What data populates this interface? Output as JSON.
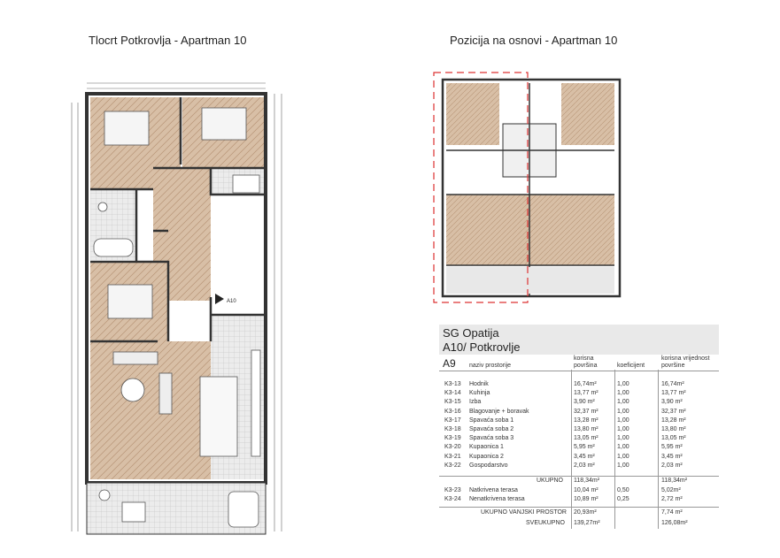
{
  "left_title": "Tlocrt Potkrovlja - Apartman 10",
  "right_title": "Pozicija na osnovi - Apartman 10",
  "plan_label": "A10",
  "table": {
    "project": "SG Opatija",
    "unit": "A10/ Potkrovlje",
    "section": "A9",
    "col_name": "naziv prostorije",
    "col_area": "korisna površina",
    "col_coef": "koeficijent",
    "col_total": "korisna vrijednost površine",
    "rows": [
      {
        "code": "K3-13",
        "name": "Hodnik",
        "area": "16,74m²",
        "coef": "1,00",
        "total": "16,74m²"
      },
      {
        "code": "K3-14",
        "name": "Kuhinja",
        "area": "13,77 m²",
        "coef": "1,00",
        "total": "13,77 m²"
      },
      {
        "code": "K3-15",
        "name": "Izba",
        "area": "3,90 m²",
        "coef": "1,00",
        "total": "3,90 m²"
      },
      {
        "code": "K3-16",
        "name": "Blagovanje + boravak",
        "area": "32,37 m²",
        "coef": "1,00",
        "total": "32,37 m²"
      },
      {
        "code": "K3-17",
        "name": "Spavaća soba 1",
        "area": "13,28 m²",
        "coef": "1,00",
        "total": "13,28 m²"
      },
      {
        "code": "K3-18",
        "name": "Spavaća soba 2",
        "area": "13,80 m²",
        "coef": "1,00",
        "total": "13,80 m²"
      },
      {
        "code": "K3-19",
        "name": "Spavaća soba 3",
        "area": "13,05 m²",
        "coef": "1,00",
        "total": "13,05 m²"
      },
      {
        "code": "K3-20",
        "name": "Kupaonica 1",
        "area": "5,95 m²",
        "coef": "1,00",
        "total": "5,95 m²"
      },
      {
        "code": "K3-21",
        "name": "Kupaonica 2",
        "area": "3,45 m²",
        "coef": "1,00",
        "total": "3,45 m²"
      },
      {
        "code": "K3-22",
        "name": "Gospodarstvo",
        "area": "2,03 m²",
        "coef": "1,00",
        "total": "2,03 m²"
      }
    ],
    "ukupno_label": "UKUPNO",
    "ukupno_area": "118,34m²",
    "ukupno_total": "118,34m²",
    "outdoor_rows": [
      {
        "code": "K3-23",
        "name": "Natkrivena terasa",
        "area": "10,04 m²",
        "coef": "0,50",
        "total": "5,02m²"
      },
      {
        "code": "K3-24",
        "name": "Nenatkrivena terasa",
        "area": "10,89 m²",
        "coef": "0,25",
        "total": "2,72 m²"
      }
    ],
    "outdoor_label": "UKUPNO VANJSKI PROSTOR",
    "outdoor_area": "20,93m²",
    "outdoor_total": "7,74 m²",
    "grand_label": "SVEUKUPNO",
    "grand_area": "139,27m²",
    "grand_total": "126,08m²"
  }
}
